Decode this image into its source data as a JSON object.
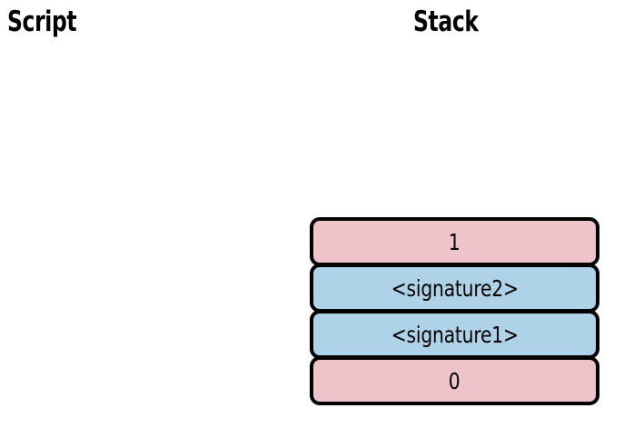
{
  "diagram": {
    "title_columns": [
      {
        "name": "script-header",
        "label": "Script"
      },
      {
        "name": "stack-header",
        "label": "Stack"
      }
    ],
    "script": {
      "header": "Script",
      "items": []
    },
    "stack": {
      "header": "Stack",
      "items": [
        {
          "label": "1",
          "kind": "number",
          "color": "#efc3c9"
        },
        {
          "label": "<signature2>",
          "kind": "signature",
          "color": "#aed3e9"
        },
        {
          "label": "<signature1>",
          "kind": "signature",
          "color": "#aed3e9"
        },
        {
          "label": "0",
          "kind": "number",
          "color": "#efc3c9"
        }
      ]
    },
    "colors": {
      "pink": "#efc3c9",
      "blue": "#aed3e9",
      "border": "#000000",
      "background": "#ffffff"
    }
  }
}
